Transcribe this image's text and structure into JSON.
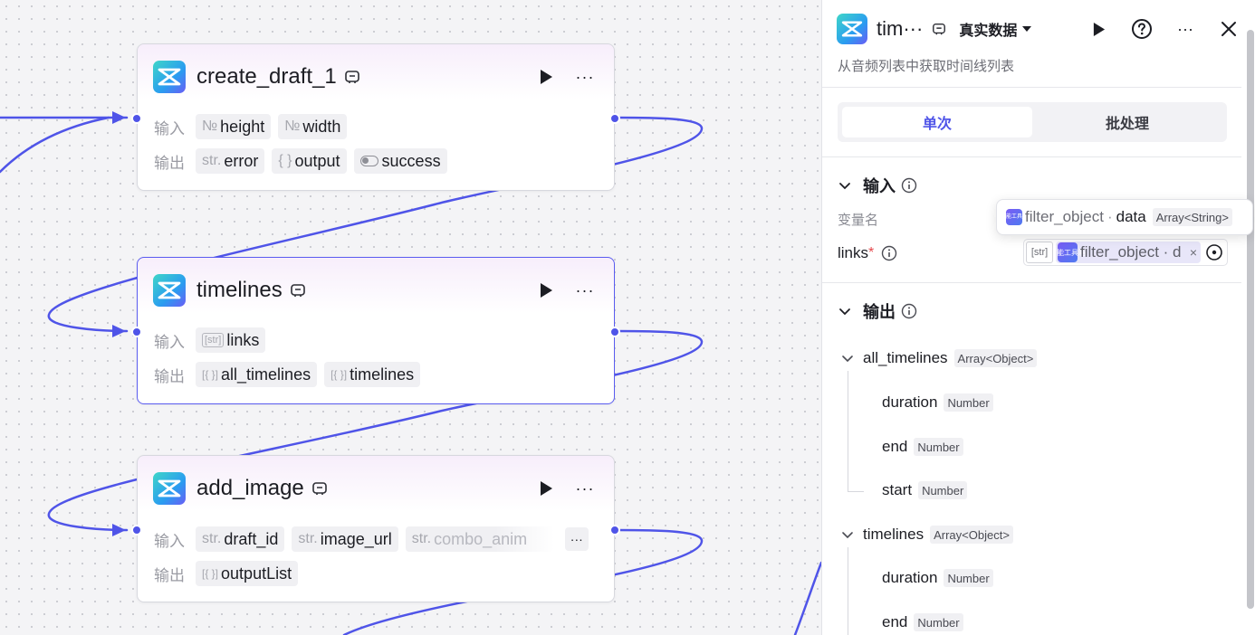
{
  "canvas": {
    "nodes": [
      {
        "title": "create_draft_1",
        "input_label": "输入",
        "output_label": "输出",
        "inputs": [
          {
            "type": "№",
            "name": "height"
          },
          {
            "type": "№",
            "name": "width"
          }
        ],
        "outputs": [
          {
            "type": "str.",
            "name": "error"
          },
          {
            "type": "{ }",
            "name": "output"
          },
          {
            "type": "toggle",
            "name": "success"
          }
        ]
      },
      {
        "title": "timelines",
        "input_label": "输入",
        "output_label": "输出",
        "inputs": [
          {
            "type": "[str]",
            "name": "links"
          }
        ],
        "outputs": [
          {
            "type": "[{ }]",
            "name": "all_timelines"
          },
          {
            "type": "[{ }]",
            "name": "timelines"
          }
        ]
      },
      {
        "title": "add_image",
        "input_label": "输入",
        "output_label": "输出",
        "inputs": [
          {
            "type": "str.",
            "name": "draft_id"
          },
          {
            "type": "str.",
            "name": "image_url"
          },
          {
            "type": "str.",
            "name": "combo_anim"
          }
        ],
        "more_label": "···",
        "outputs": [
          {
            "type": "[{ }]",
            "name": "outputList"
          }
        ]
      }
    ]
  },
  "panel": {
    "title": "tim···",
    "mode_label": "真实数据",
    "description": "从音频列表中获取时间线列表",
    "tabs": [
      {
        "label": "单次",
        "active": true
      },
      {
        "label": "批处理",
        "active": false
      }
    ],
    "input_section": {
      "title": "输入",
      "var_name_label": "变量名",
      "field_name": "links",
      "required_mark": "*",
      "ref_type": "[str]",
      "ref_logo_text": "万能工具箱",
      "ref_value": "filter_object · d",
      "tooltip": {
        "node": "filter_object",
        "separator": "·",
        "field": "data",
        "type": "Array<String>"
      }
    },
    "output_section": {
      "title": "输出",
      "groups": [
        {
          "name": "all_timelines",
          "type": "Array<Object>",
          "children": [
            {
              "name": "duration",
              "type": "Number"
            },
            {
              "name": "end",
              "type": "Number"
            },
            {
              "name": "start",
              "type": "Number"
            }
          ]
        },
        {
          "name": "timelines",
          "type": "Array<Object>",
          "children": [
            {
              "name": "duration",
              "type": "Number"
            },
            {
              "name": "end",
              "type": "Number"
            }
          ]
        }
      ]
    }
  },
  "colors": {
    "edge": "#4f54e8",
    "accent": "#4f54e8",
    "selected_border": "#5a5cf0"
  },
  "icons": {
    "node_logo": "capcut-logo-icon",
    "plugin": "plugin-icon",
    "run": "play-icon",
    "more": "ellipsis-icon",
    "help": "help-circle-icon",
    "close": "close-icon",
    "info": "info-icon",
    "collapse": "chevron-down-icon",
    "pick_variable": "target-icon"
  }
}
